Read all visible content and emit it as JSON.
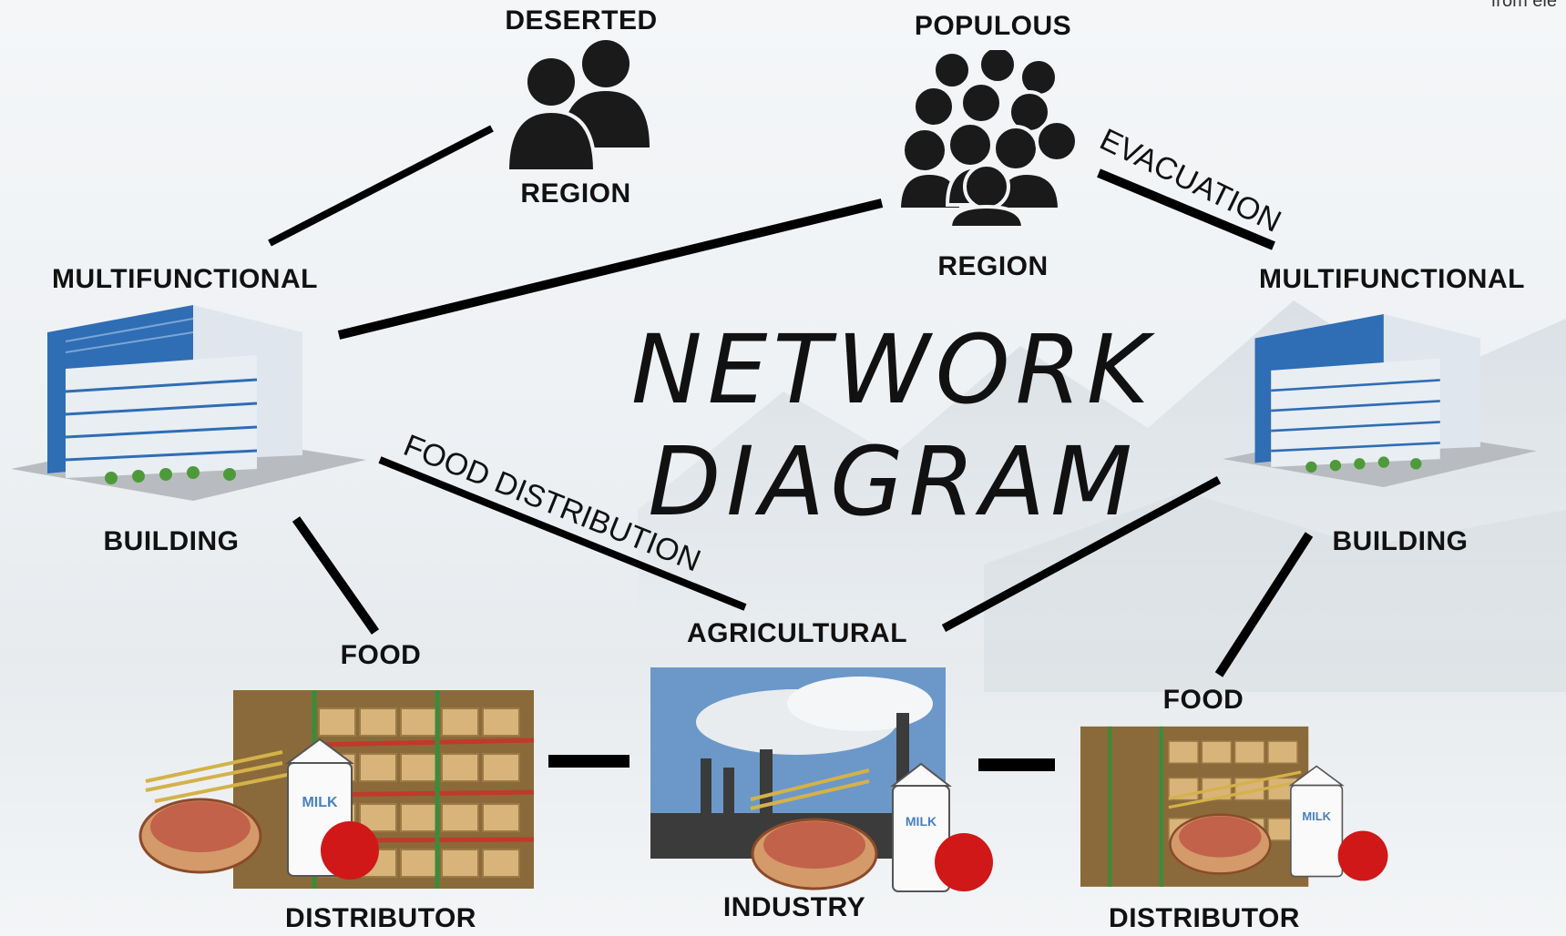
{
  "title": {
    "line1": "NETWORK",
    "line2": "DIAGRAM"
  },
  "corner_text": "from ele",
  "nodes": {
    "deserted_region": {
      "top": "DESERTED",
      "bottom": "REGION",
      "icon": "two-people-icon"
    },
    "populous_region": {
      "top": "POPULOUS",
      "bottom": "REGION",
      "icon": "crowd-icon"
    },
    "building_left": {
      "top": "MULTIFUNCTIONAL",
      "bottom": "BUILDING",
      "icon": "office-building-icon"
    },
    "building_right": {
      "top": "MULTIFUNCTIONAL",
      "bottom": "BUILDING",
      "icon": "office-building-icon"
    },
    "distributor_left": {
      "top": "FOOD",
      "bottom": "DISTRIBUTOR",
      "icon": "warehouse-food-icon"
    },
    "industry": {
      "top": "AGRICULTURAL",
      "bottom": "INDUSTRY",
      "icon": "factory-food-icon"
    },
    "distributor_right": {
      "top": "FOOD",
      "bottom": "DISTRIBUTOR",
      "icon": "warehouse-food-icon"
    }
  },
  "edge_labels": {
    "evacuation": "EVACUATION",
    "food_distribution": "FOOD DISTRIBUTION"
  },
  "colors": {
    "line": "#000000",
    "text": "#111111",
    "building_blue": "#2f6db5",
    "milk_text": "MILK"
  }
}
